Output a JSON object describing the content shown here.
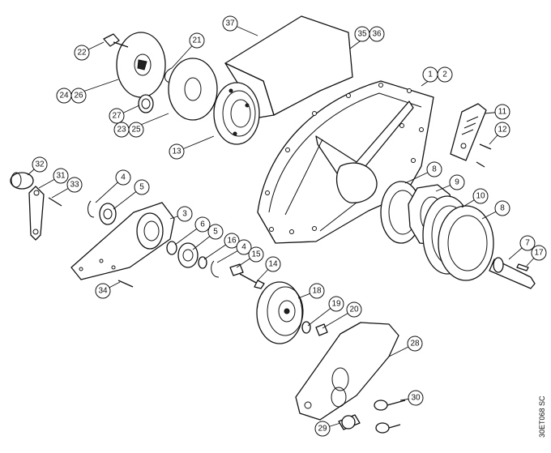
{
  "diagram_code": "30ET068 SC",
  "callouts": [
    {
      "label": "1",
      "label2": "2"
    },
    {
      "label": "3"
    },
    {
      "label": "4"
    },
    {
      "label": "5"
    },
    {
      "label": "6"
    },
    {
      "label": "5"
    },
    {
      "label": "16"
    },
    {
      "label": "4"
    },
    {
      "label": "15"
    },
    {
      "label": "7"
    },
    {
      "label": "17"
    },
    {
      "label": "8"
    },
    {
      "label": "9"
    },
    {
      "label": "10"
    },
    {
      "label": "8"
    },
    {
      "label": "11"
    },
    {
      "label": "12"
    },
    {
      "label": "13"
    },
    {
      "label": "14"
    },
    {
      "label": "18"
    },
    {
      "label": "19"
    },
    {
      "label": "20"
    },
    {
      "label": "21"
    },
    {
      "label": "22"
    },
    {
      "label": "24",
      "label2": "26"
    },
    {
      "label": "27"
    },
    {
      "label": "23",
      "label2": "25"
    },
    {
      "label": "28"
    },
    {
      "label": "29"
    },
    {
      "label": "30"
    },
    {
      "label": "31"
    },
    {
      "label": "32"
    },
    {
      "label": "33"
    },
    {
      "label": "34"
    },
    {
      "label": "35",
      "label2": "36"
    },
    {
      "label": "37"
    }
  ]
}
